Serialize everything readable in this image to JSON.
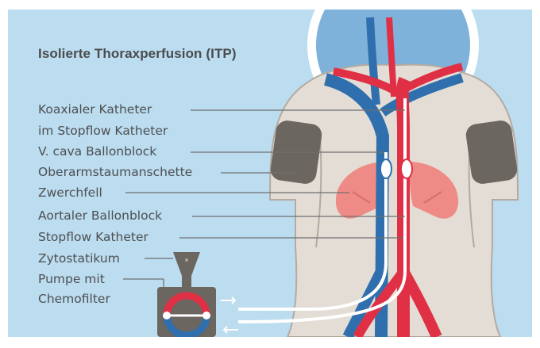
{
  "title": "Isolierte Thoraxperfusion (ITP)",
  "labels": [
    "Koaxialer Katheter",
    "im Stopflow Katheter",
    "V. cava Ballonblock",
    "Oberarmstaumanschette",
    "Zwerchfell",
    "Aortaler Ballonblock",
    "Stopflow Katheter",
    "Zytostatikum",
    "Pumpe mit",
    "Chemofilter"
  ],
  "colors": {
    "background": "#bcdcf0",
    "head": "#7fb2da",
    "body": "#e3ddd5",
    "body_outline": "#b3aba2",
    "artery": "#e03046",
    "vein": "#2f6fad",
    "lung": "#ee8b86",
    "cuff": "#6b6660",
    "catheter": "#ffffff",
    "text": "#4d4f51"
  }
}
